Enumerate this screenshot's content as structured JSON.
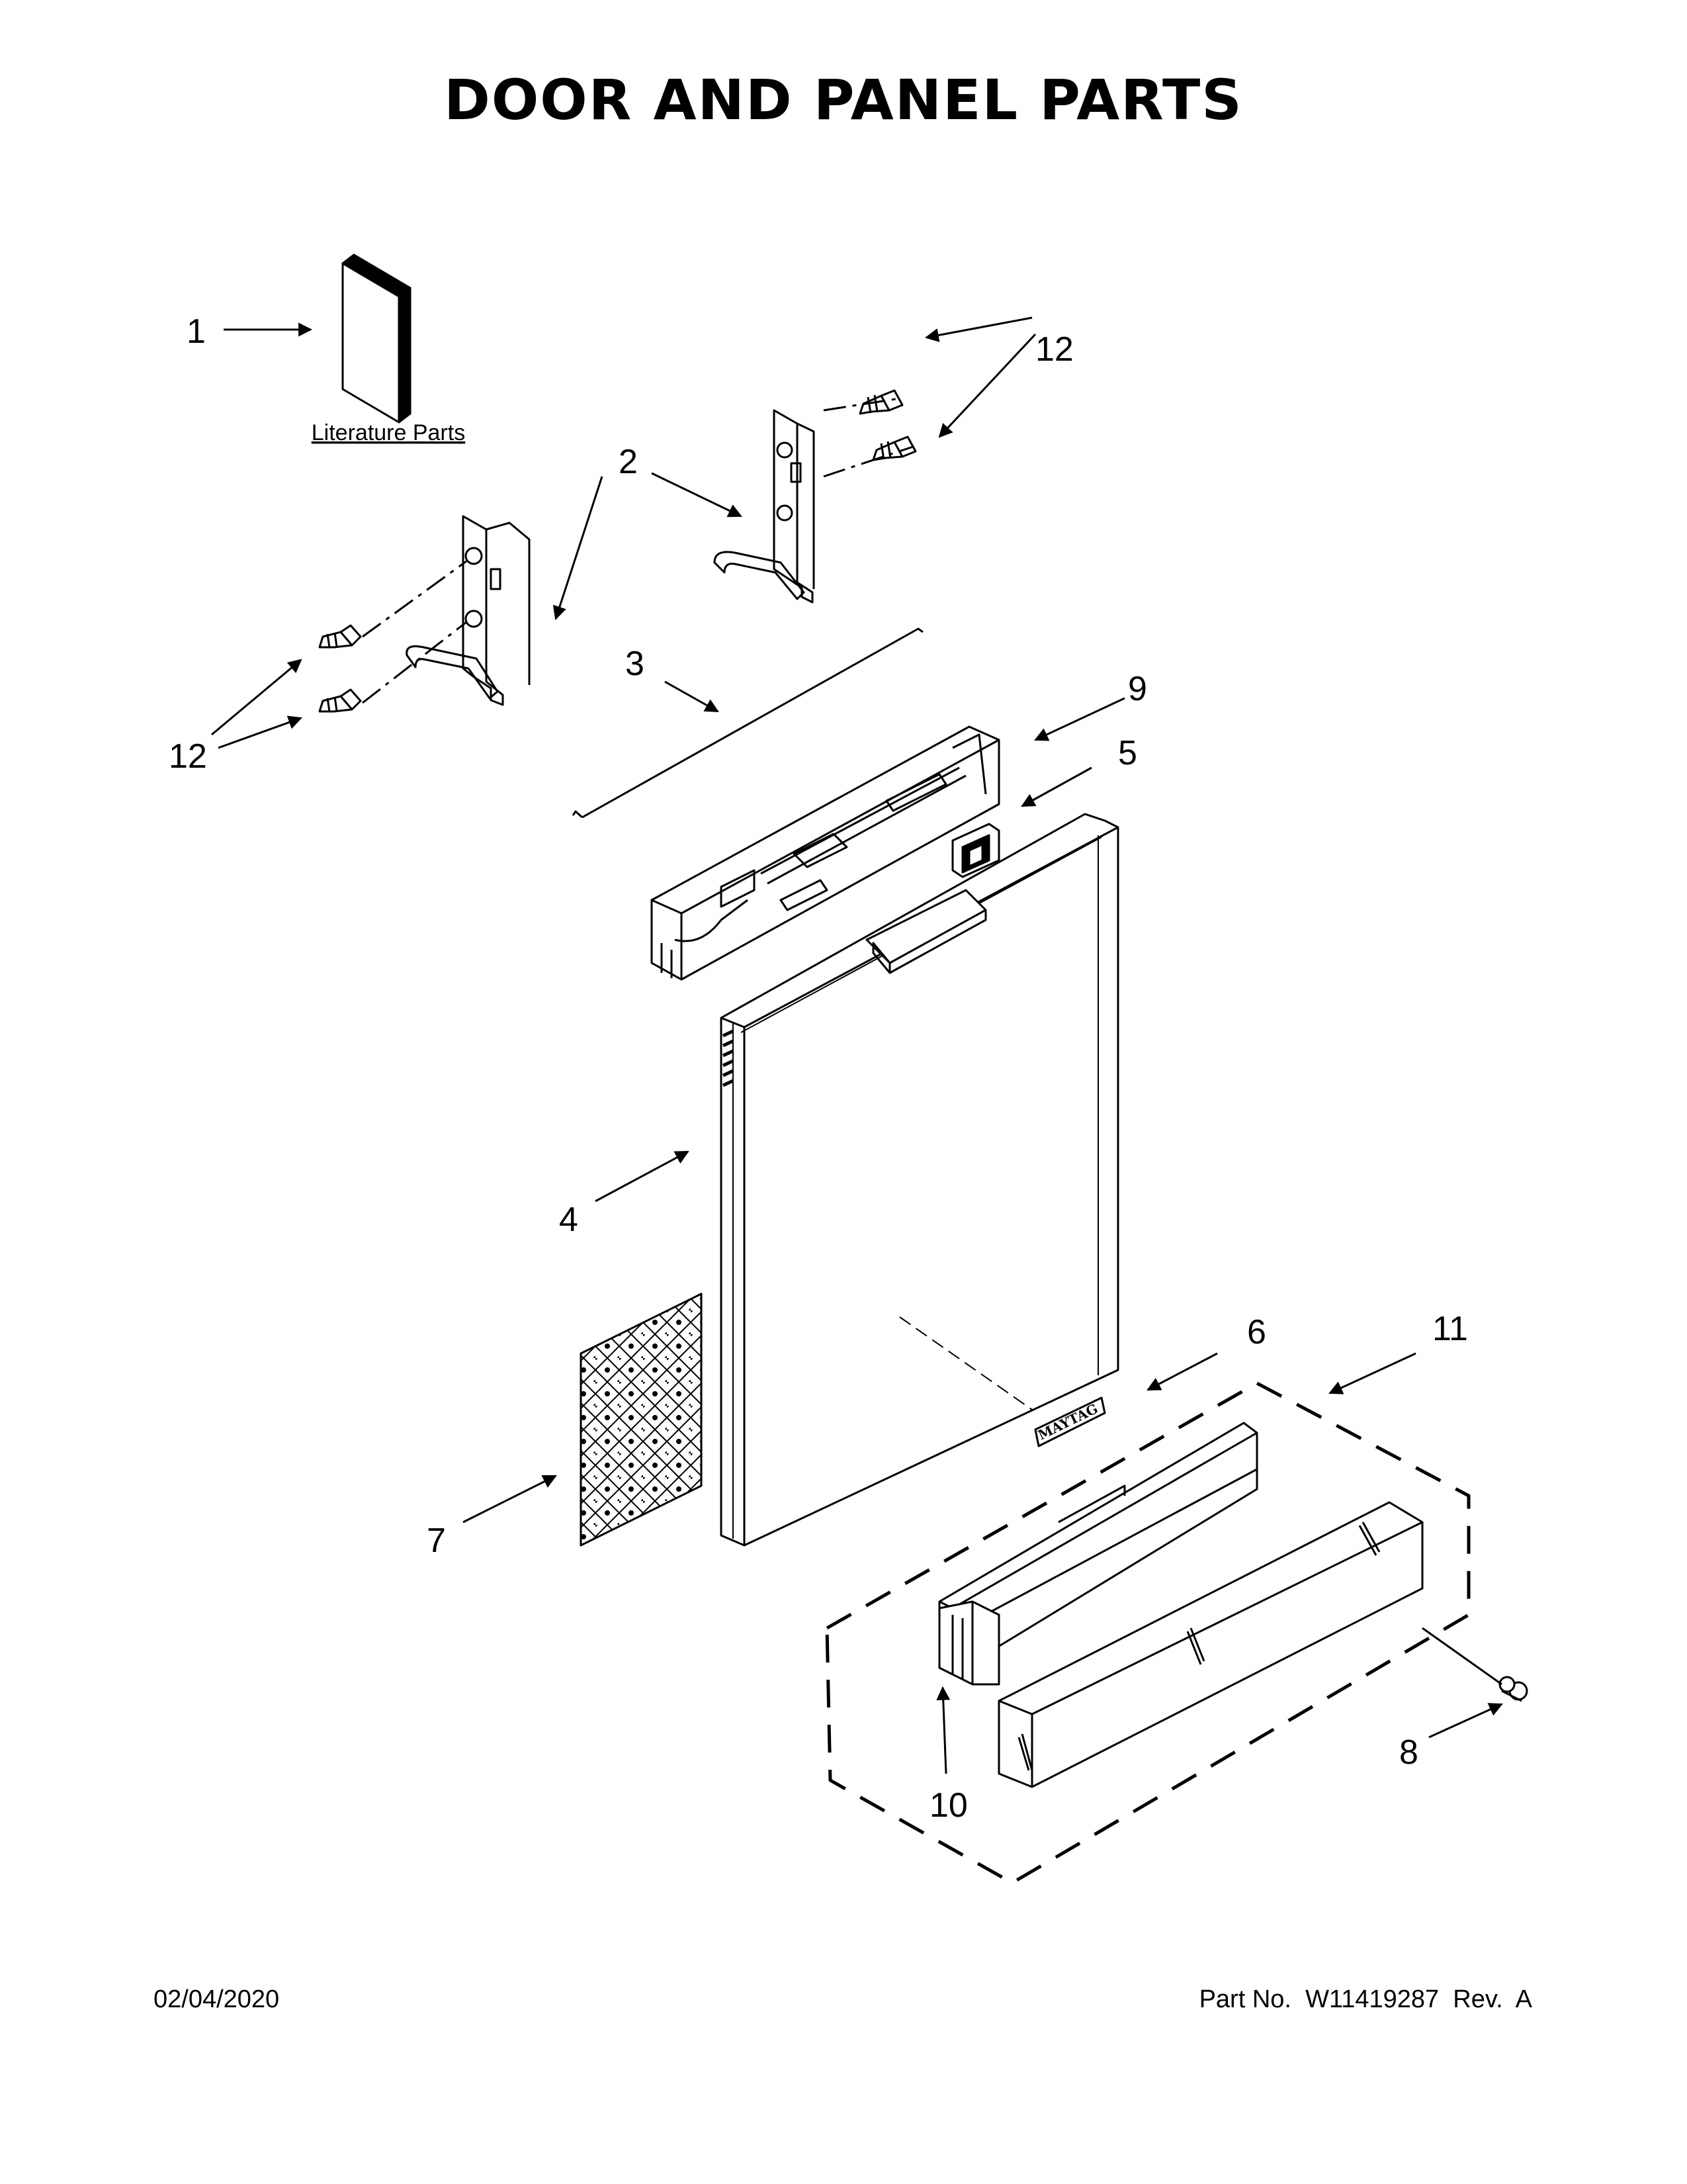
{
  "title": "DOOR AND PANEL PARTS",
  "footer": {
    "date": "02/04/2020",
    "part_number": "Part No.  W11419287  Rev.  A"
  },
  "literature_label": "Literature Parts",
  "logo_text": "MAYTAG",
  "callouts": {
    "c1": "1",
    "c2": "2",
    "c3": "3",
    "c4": "4",
    "c5": "5",
    "c6": "6",
    "c7": "7",
    "c8": "8",
    "c9": "9",
    "c10": "10",
    "c11": "11",
    "c12a": "12",
    "c12b": "12"
  }
}
